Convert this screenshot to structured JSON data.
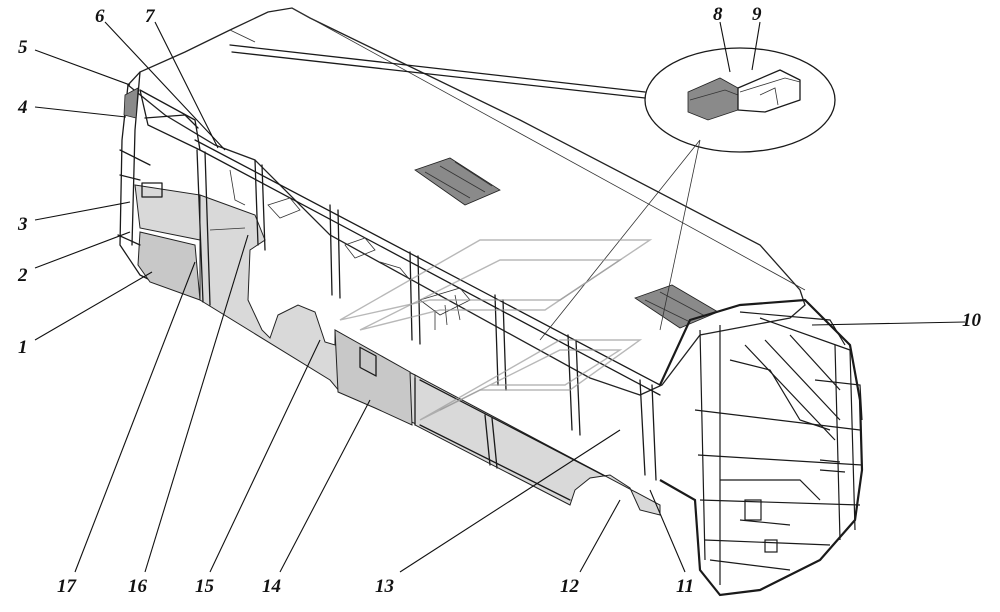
{
  "colors": {
    "ink": "#111111",
    "panel": "#d9d9d9",
    "background": "#ffffff"
  },
  "callouts": [
    {
      "id": "1",
      "label": "1"
    },
    {
      "id": "2",
      "label": "2"
    },
    {
      "id": "3",
      "label": "3"
    },
    {
      "id": "4",
      "label": "4"
    },
    {
      "id": "5",
      "label": "5"
    },
    {
      "id": "6",
      "label": "6"
    },
    {
      "id": "7",
      "label": "7"
    },
    {
      "id": "8",
      "label": "8"
    },
    {
      "id": "9",
      "label": "9"
    },
    {
      "id": "10",
      "label": "10"
    },
    {
      "id": "11",
      "label": "11"
    },
    {
      "id": "12",
      "label": "12"
    },
    {
      "id": "13",
      "label": "13"
    },
    {
      "id": "14",
      "label": "14"
    },
    {
      "id": "15",
      "label": "15"
    },
    {
      "id": "16",
      "label": "16"
    },
    {
      "id": "17",
      "label": "17"
    }
  ]
}
